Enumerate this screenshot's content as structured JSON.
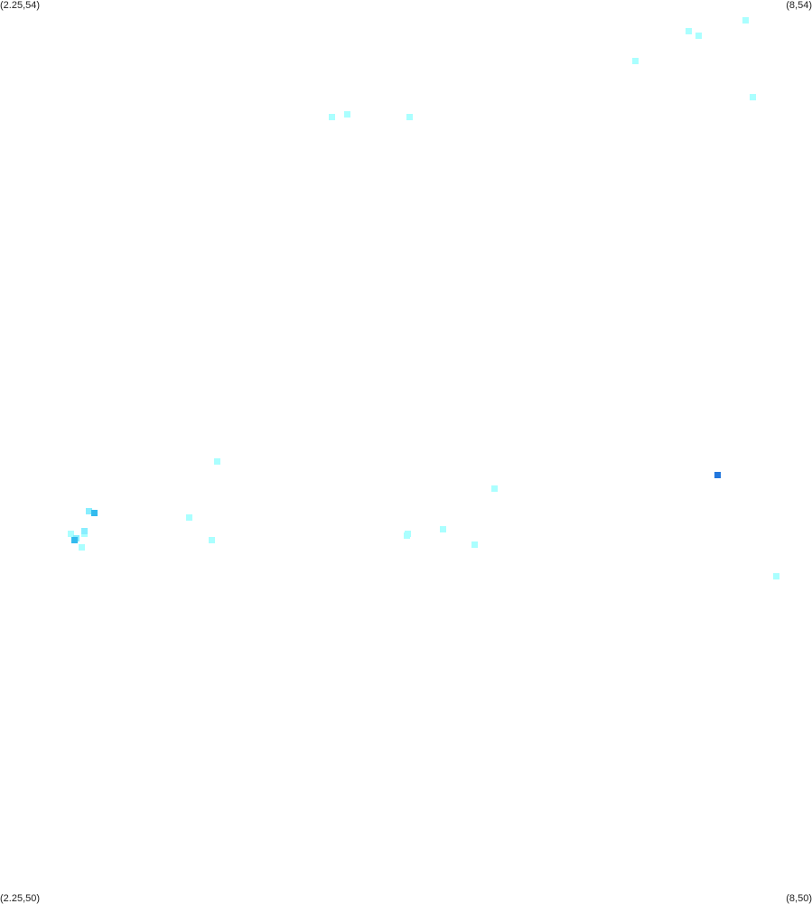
{
  "corners": {
    "top_left": "(2.25,54)",
    "top_right": "(8,54)",
    "bottom_left": "(2.25,50)",
    "bottom_right": "(8,50)"
  },
  "extent": {
    "lon_min": 2.25,
    "lon_max": 8,
    "lat_min": 50,
    "lat_max": 54
  },
  "palette": {
    "background": "#ffffff",
    "low": "#aaffff",
    "mid": "#88eeff",
    "high": "#33bbee",
    "highest": "#2277dd"
  },
  "cells": [
    {
      "lon": 7.53,
      "lat": 53.91,
      "level": "low"
    },
    {
      "lon": 7.13,
      "lat": 53.86,
      "level": "low"
    },
    {
      "lon": 7.2,
      "lat": 53.84,
      "level": "low"
    },
    {
      "lon": 6.75,
      "lat": 53.73,
      "level": "low"
    },
    {
      "lon": 7.58,
      "lat": 53.57,
      "level": "low"
    },
    {
      "lon": 5.15,
      "lat": 53.48,
      "level": "low"
    },
    {
      "lon": 4.6,
      "lat": 53.48,
      "level": "low"
    },
    {
      "lon": 4.71,
      "lat": 53.49,
      "level": "low"
    },
    {
      "lon": 3.79,
      "lat": 51.95,
      "level": "low"
    },
    {
      "lon": 3.59,
      "lat": 51.7,
      "level": "low"
    },
    {
      "lon": 2.88,
      "lat": 51.73,
      "level": "mid"
    },
    {
      "lon": 2.92,
      "lat": 51.72,
      "level": "high"
    },
    {
      "lon": 3.75,
      "lat": 51.6,
      "level": "low"
    },
    {
      "lon": 2.75,
      "lat": 51.63,
      "level": "low"
    },
    {
      "lon": 2.85,
      "lat": 51.63,
      "level": "low"
    },
    {
      "lon": 2.79,
      "lat": 51.61,
      "level": "mid"
    },
    {
      "lon": 2.85,
      "lat": 51.64,
      "level": "mid"
    },
    {
      "lon": 2.78,
      "lat": 51.6,
      "level": "high"
    },
    {
      "lon": 2.83,
      "lat": 51.57,
      "level": "low"
    },
    {
      "lon": 5.75,
      "lat": 51.83,
      "level": "low"
    },
    {
      "lon": 7.33,
      "lat": 51.89,
      "level": "highest"
    },
    {
      "lon": 5.13,
      "lat": 51.62,
      "level": "low"
    },
    {
      "lon": 5.39,
      "lat": 51.65,
      "level": "low"
    },
    {
      "lon": 5.14,
      "lat": 51.63,
      "level": "low"
    },
    {
      "lon": 5.61,
      "lat": 51.58,
      "level": "low"
    },
    {
      "lon": 7.75,
      "lat": 51.44,
      "level": "low"
    }
  ]
}
